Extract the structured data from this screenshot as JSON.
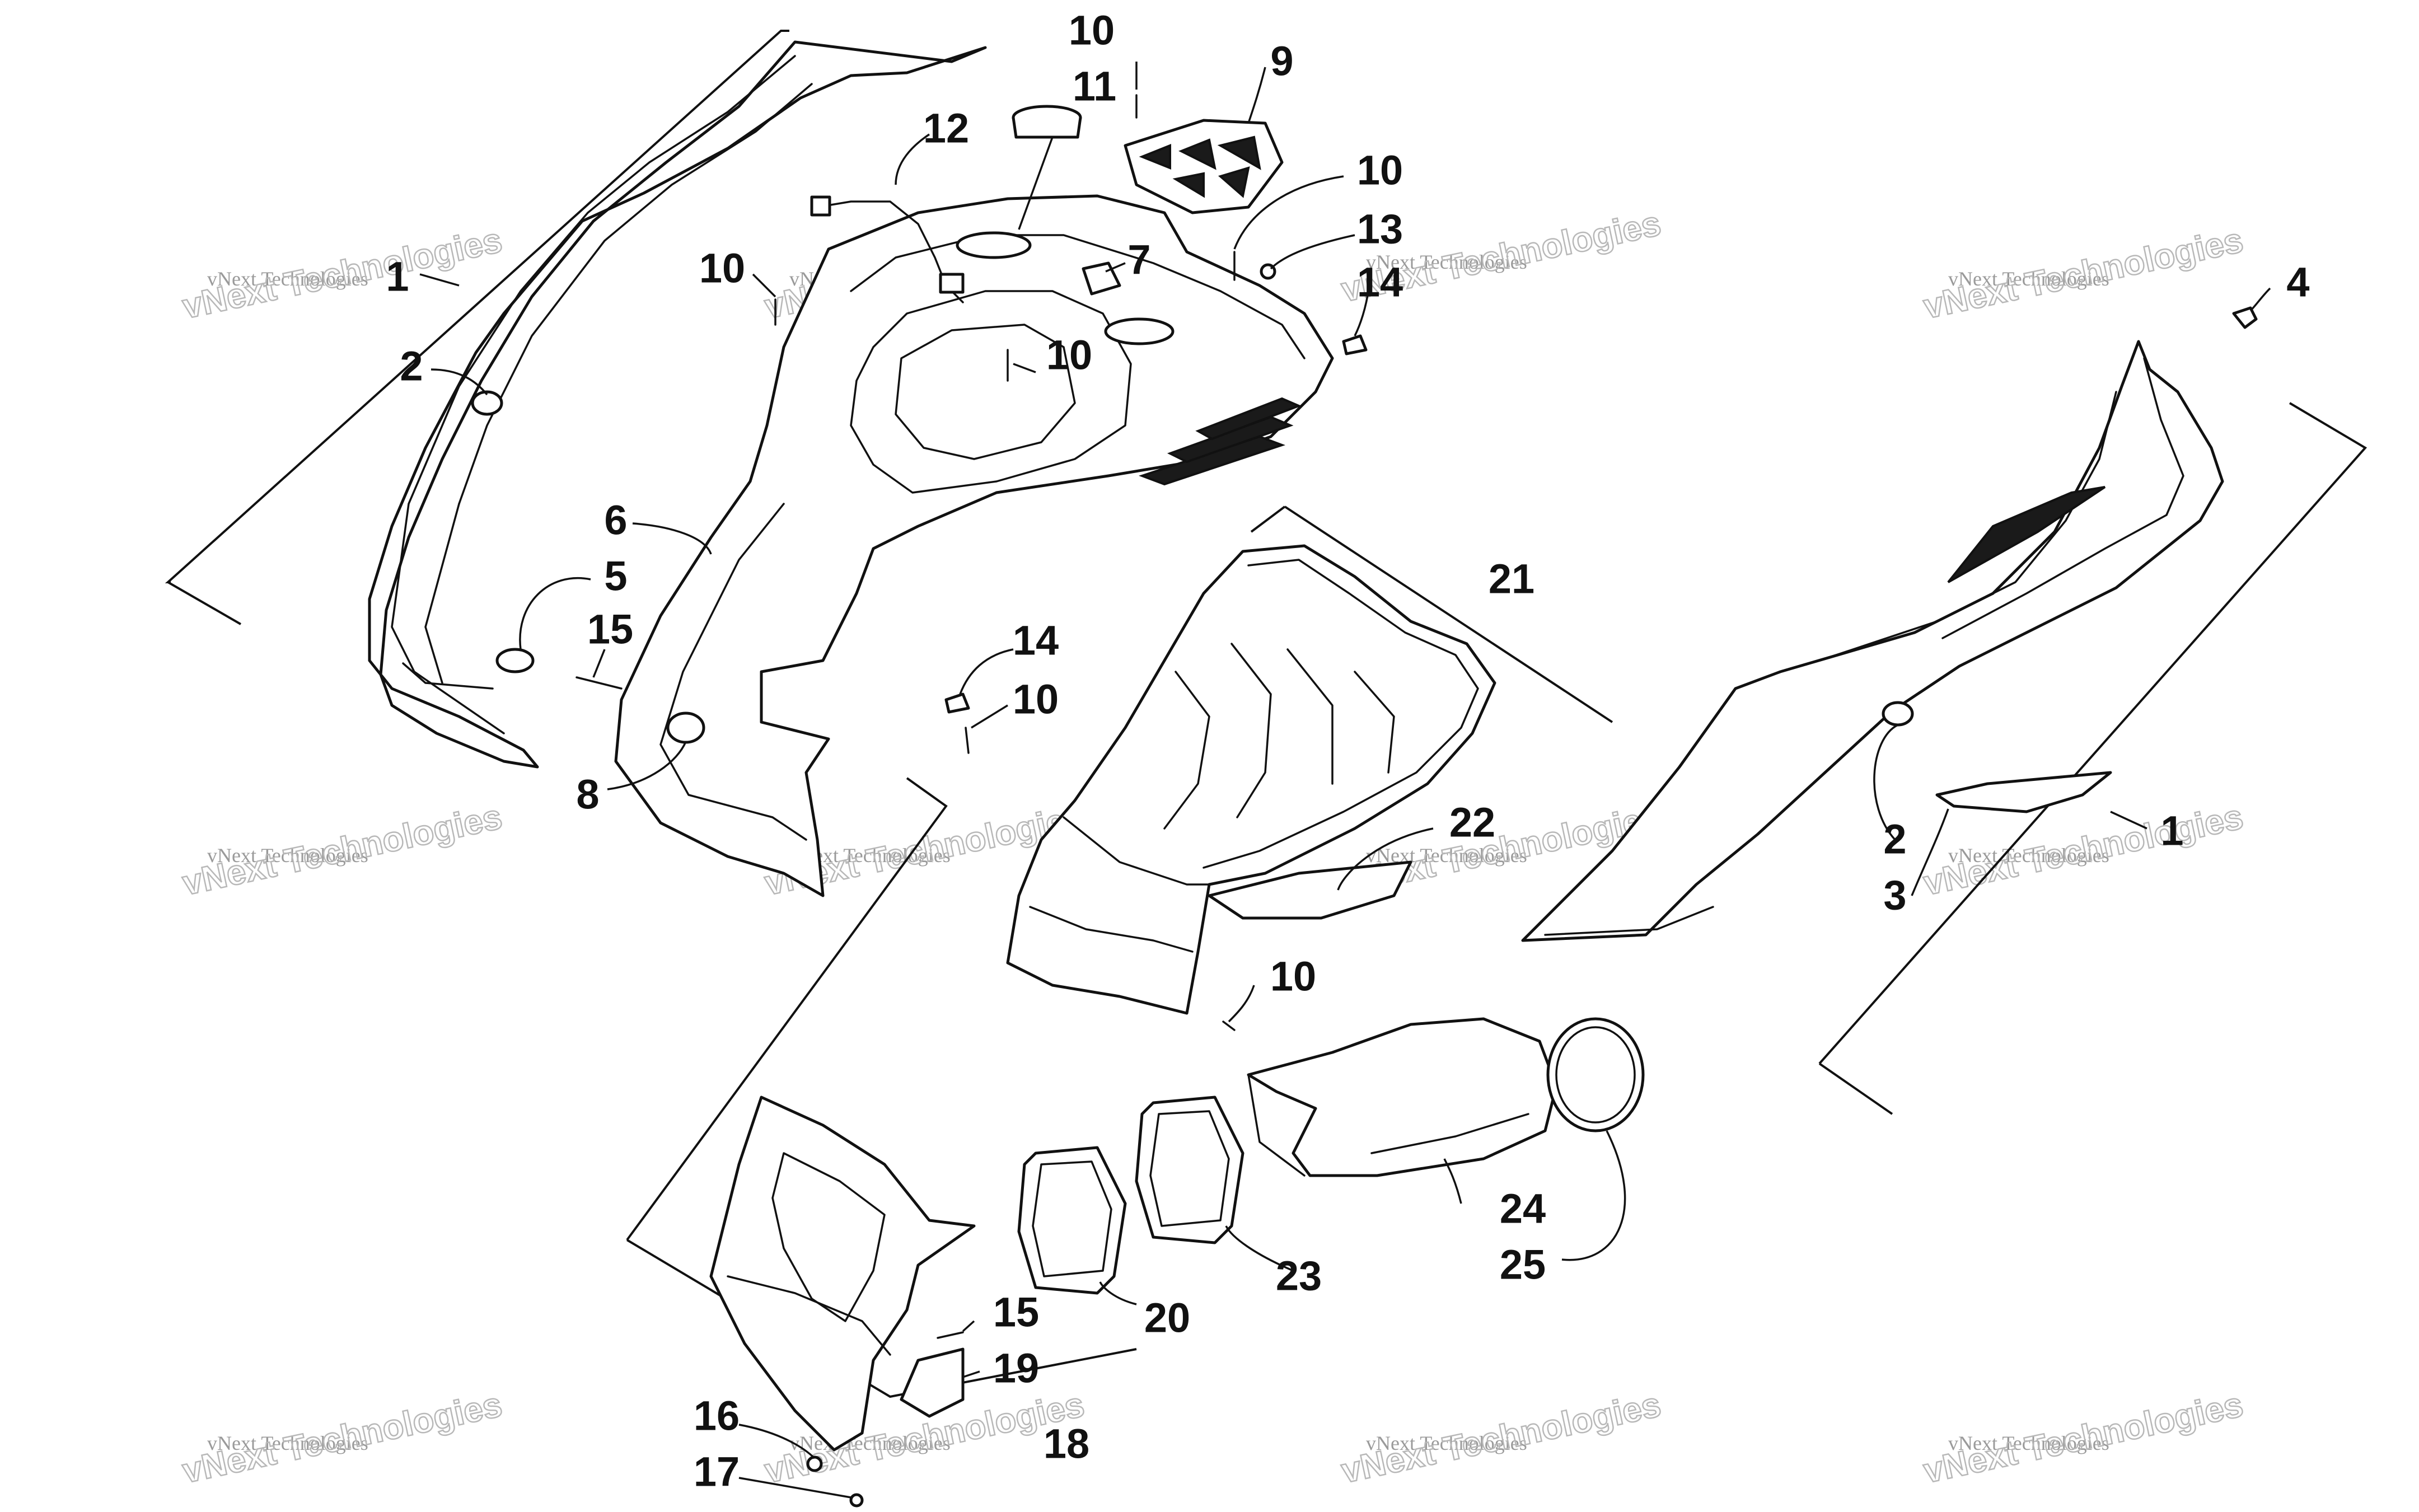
{
  "diagram": {
    "callouts": [
      "1",
      "1",
      "2",
      "2",
      "3",
      "4",
      "5",
      "6",
      "7",
      "8",
      "9",
      "10",
      "10",
      "10",
      "10",
      "10",
      "10",
      "11",
      "12",
      "13",
      "14",
      "14",
      "15",
      "15",
      "16",
      "17",
      "18",
      "19",
      "20",
      "21",
      "22",
      "23",
      "24",
      "25"
    ]
  },
  "watermark": {
    "small_text": "vNext Technologies",
    "large_text": "vNext Technologies"
  },
  "colors": {
    "line": "#111111",
    "background": "#ffffff",
    "watermark": "#9a9a9a"
  }
}
